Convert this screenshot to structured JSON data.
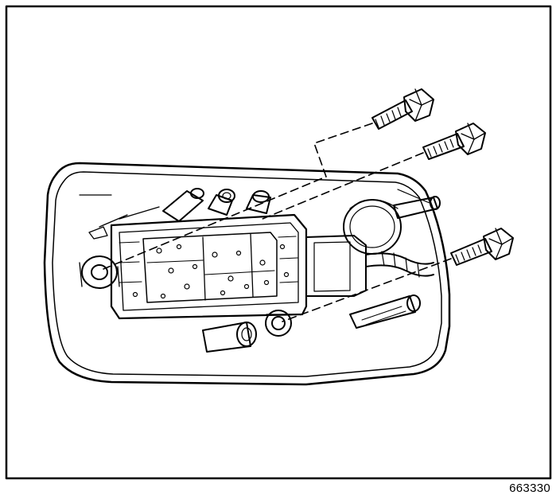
{
  "figure": {
    "id_label": "663330",
    "colors": {
      "ink": "#000000",
      "paper": "#ffffff"
    },
    "parts": [
      "bolt-icon",
      "bolt-icon",
      "bolt-icon",
      "valve-body-assembly",
      "oil-pan-case",
      "solenoid-icon",
      "wiring-harness-icon"
    ]
  }
}
